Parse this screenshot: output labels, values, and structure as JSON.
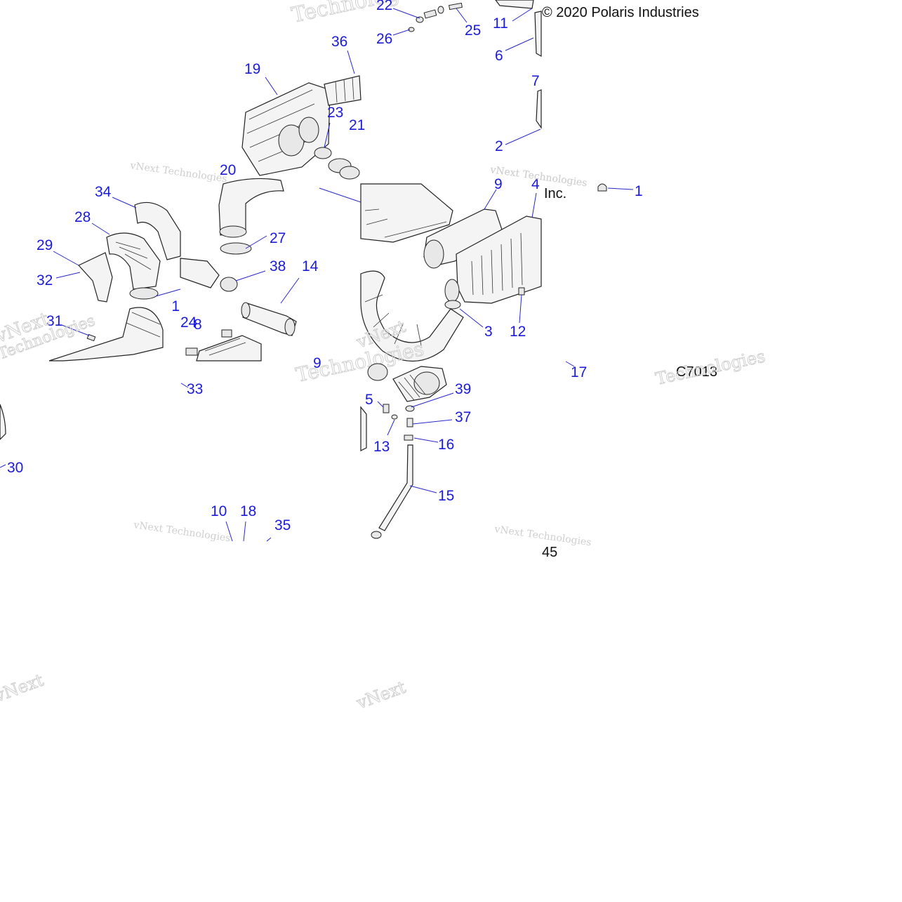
{
  "copyright": "© 2020 Polaris Industries",
  "copyright_tail": "Inc.",
  "diagram_code": "C7013",
  "page_fragment": "45",
  "watermark": {
    "line1": "vNext Technologies",
    "word_a": "vNext",
    "word_b": "Technologies"
  },
  "callouts": [
    "1",
    "2",
    "3",
    "4",
    "5",
    "6",
    "7",
    "8",
    "9",
    "10",
    "11",
    "12",
    "13",
    "14",
    "15",
    "16",
    "17",
    "18",
    "19",
    "20",
    "21",
    "22",
    "23",
    "24",
    "25",
    "26",
    "27",
    "28",
    "29",
    "30",
    "31",
    "32",
    "33",
    "34",
    "35",
    "36",
    "37",
    "38",
    "39"
  ],
  "colors": {
    "callout": "#1c1cd6",
    "leader": "#2828c8",
    "line_art": "#222222",
    "watermark": "#cfcfcf"
  }
}
